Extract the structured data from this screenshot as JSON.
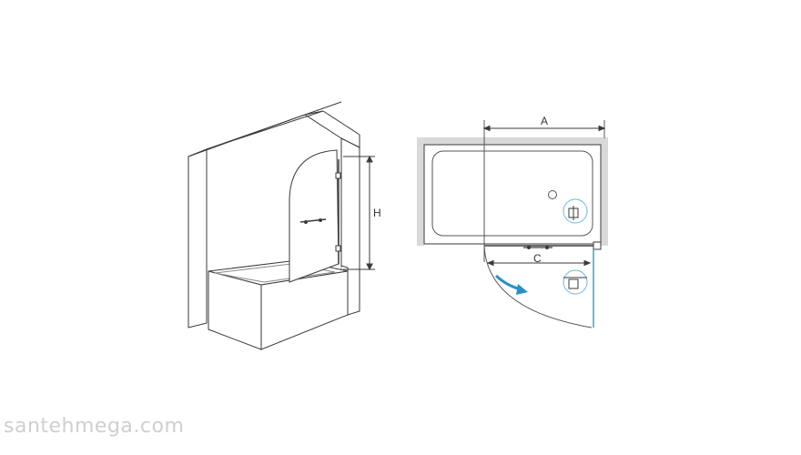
{
  "labels": {
    "height": "H",
    "width_total": "A",
    "width_door": "C"
  },
  "watermark": "santehmega.com",
  "colors": {
    "line": "#3a3a3a",
    "wall_fill": "#d9d9d9",
    "glass": "#6fb7d8",
    "arrow": "#2a8fc4"
  }
}
